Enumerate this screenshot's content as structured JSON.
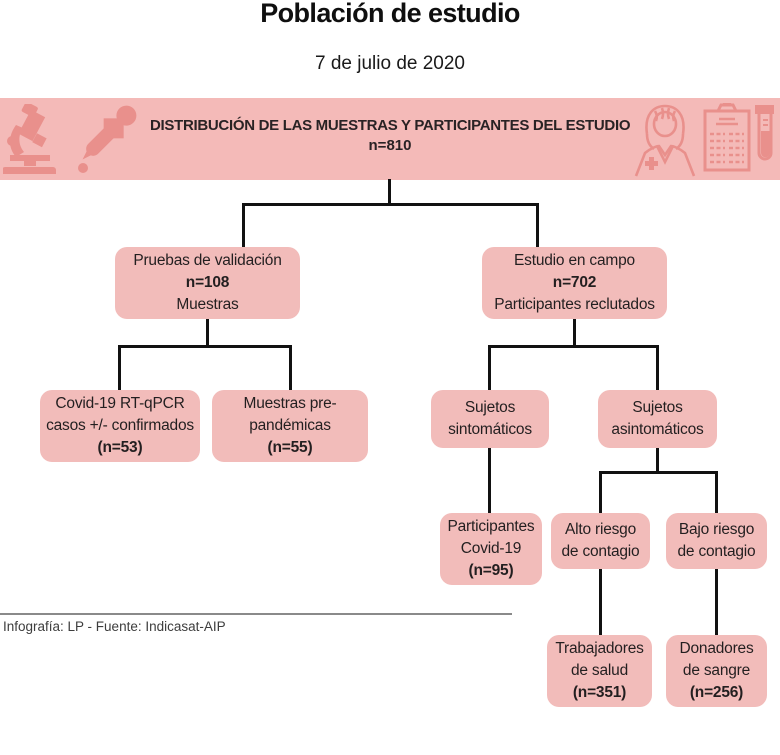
{
  "page": {
    "title": "Población de estudio",
    "date": "7 de julio de 2020",
    "footer": "Infografía: LP - Fuente: Indicasat-AIP"
  },
  "banner": {
    "title": "DISTRIBUCIÓN DE LAS MUESTRAS Y PARTICIPANTES DEL ESTUDIO",
    "n": "n=810",
    "icons": [
      "microscope-icon",
      "dropper-icon",
      "nurse-icon",
      "clipboard-icon",
      "test-tube-icon"
    ]
  },
  "tree": {
    "validation": {
      "line1": "Pruebas de validación",
      "line2": "n=108",
      "line3": "Muestras"
    },
    "field_study": {
      "line1": "Estudio en campo",
      "line2": "n=702",
      "line3": "Participantes reclutados"
    },
    "covid_rtqpcr": {
      "line1": "Covid-19 RT-qPCR",
      "line2": "casos +/- confirmados",
      "line3": "(n=53)"
    },
    "prepandemic": {
      "line1": "Muestras pre-",
      "line2": "pandémicas",
      "line3": "(n=55)"
    },
    "symptomatic": {
      "line1": "Sujetos",
      "line2": "sintomáticos"
    },
    "asymptomatic": {
      "line1": "Sujetos",
      "line2": "asintomáticos"
    },
    "covid_participants": {
      "line1": "Participantes",
      "line2": "Covid-19",
      "line3": "(n=95)"
    },
    "high_risk": {
      "line1": "Alto riesgo",
      "line2": "de contagio"
    },
    "low_risk": {
      "line1": "Bajo riesgo",
      "line2": "de contagio"
    },
    "health_workers": {
      "line1": "Trabajadores",
      "line2": "de salud",
      "line3": "(n=351)"
    },
    "blood_donors": {
      "line1": "Donadores",
      "line2": "de sangre",
      "line3": "(n=256)"
    }
  },
  "colors": {
    "banner_bg": "#f4bab8",
    "box_bg": "#f2bcba",
    "icon_color": "#e9908c",
    "line_color": "#111111",
    "text_color": "#231f20",
    "footer_line": "#8a8a8a",
    "footer_text": "#3d3d3d"
  }
}
